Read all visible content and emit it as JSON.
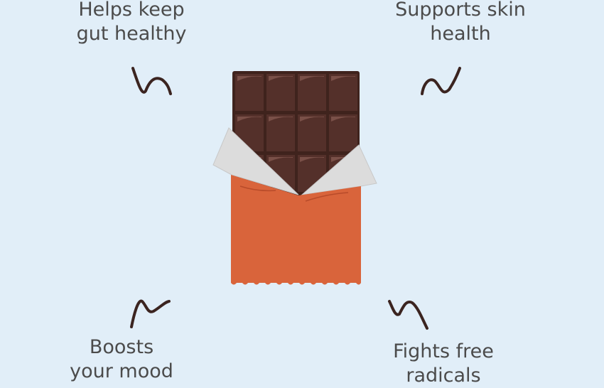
{
  "benefits": {
    "top_left": {
      "line1": "Helps keep",
      "line2": "gut healthy"
    },
    "top_right": {
      "line1": "Supports skin",
      "line2": "health"
    },
    "bottom_left": {
      "line1": "Boosts",
      "line2": "your mood"
    },
    "bottom_right": {
      "line1": "Fights free",
      "line2": "radicals"
    }
  },
  "colors": {
    "background": "#e1eef8",
    "chocolate": "#4e2c24",
    "wrapper": "#d9643b",
    "foil": "#dcdcdc",
    "squiggle": "#3b2420"
  }
}
